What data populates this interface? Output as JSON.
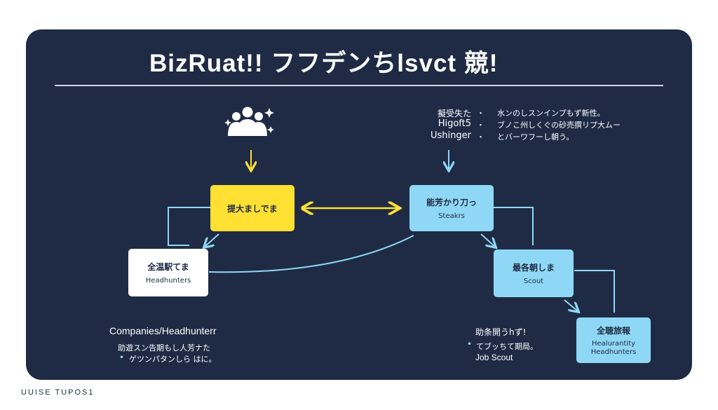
{
  "title": "BizRuat!! フフデンちlsvct 競!",
  "footer": "UUISE TUPOS1",
  "colors": {
    "panel": "#1f2b45",
    "yellow": "#ffe033",
    "blue": "#8fd8f5",
    "white": "#ffffff"
  },
  "icons": {
    "people": "people-group-icon"
  },
  "nodes": {
    "center_left": {
      "line1": "提大ましでま"
    },
    "center_right": {
      "line1": "能芳かり刀っ",
      "line2": "Steakrs"
    },
    "left_white": {
      "line1": "全温駅てま",
      "line2": "Headhunters"
    },
    "scout": {
      "line1": "最各朝しま",
      "line2": "Scout"
    },
    "bottom_right": {
      "line1": "全聴旅報",
      "line2": "Healurantity",
      "line3": "Headhunters"
    }
  },
  "top_right_info": {
    "labels": [
      "擬受失た",
      "Higoft5",
      "Ushinger"
    ],
    "bullets": [
      "・",
      "・",
      "・"
    ],
    "texts": [
      "水ンのしスンインプもず新性。",
      "ブノこ州しくぐの砂売撰リプ大ムー",
      "とバーワフーし朝う。"
    ]
  },
  "bottom_left": {
    "heading": "Companies/Headhunterr",
    "line1": "助遊スン告期もし人芳ナた",
    "bullet": "•",
    "line2": "ゲツンパタンしら はに。"
  },
  "bottom_mid": {
    "line1": "助条開うhず!",
    "bullet": "•",
    "line2": "てブッちて期局。",
    "line3": "Job Scout"
  }
}
